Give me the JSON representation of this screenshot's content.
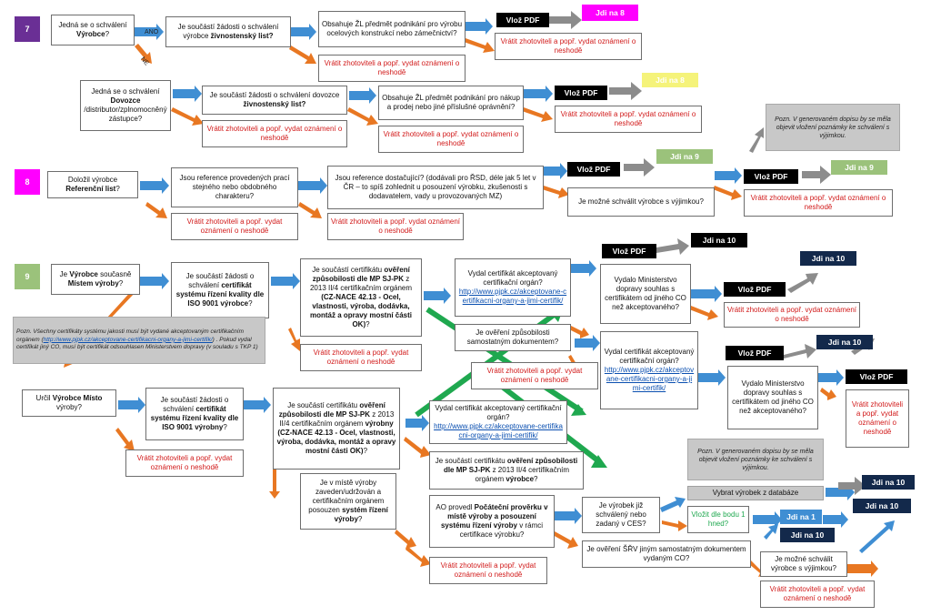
{
  "colors": {
    "black": "#000000",
    "navy": "#13294b",
    "green": "#9bc27b",
    "yellow": "#f5f37a",
    "grey": "#c8c8c8",
    "red_text": "#d11919",
    "purple": "#6a2f95",
    "magenta": "#ff00ff",
    "light_green": "#9bc27b",
    "arrow_blue": "#3f8ed3",
    "arrow_orange": "#e87722",
    "arrow_grey": "#8c8c8c",
    "arrow_green": "#1fa84f"
  },
  "reject": "Vrátit zhotoviteli a popř. vydat oznámení o neshodě",
  "labels": {
    "ano": "ANO",
    "ne": "NE"
  },
  "steps": {
    "s7": "7",
    "s8": "8",
    "s9": "9"
  },
  "r7": {
    "q1_pre": "Jedná se o schválení ",
    "q1_b": "Výrobce",
    "q1_post": "?",
    "q2_pre": "Je součástí žádosti o schválení výrobce ",
    "q2_b": "živnostenský list?",
    "q3": "Obsahuje ŽL předmět podnikání pro výrobu ocelových konstrukcí nebo zámečnictví?",
    "vloz": "Vlož PDF",
    "jdi": "Jdi na 8",
    "d1_pre": "Jedná se o schválení ",
    "d1_b": "Dovozce",
    "d1_post": " /distributor/zplnomocněný zástupce?",
    "d2_pre": "Je součástí žádosti o schválení dovozce ",
    "d2_b": "živnostenský list?",
    "d3": "Obsahuje ŽL předmět podnikání pro nákup a prodej nebo jiné příslušné oprávnění?",
    "vloz2": "Vlož PDF",
    "jdi2": "Jdi na 8"
  },
  "r8": {
    "q1_pre": "Doložil výrobce ",
    "q1_b": "Referenční list",
    "q1_post": "?",
    "q2": "Jsou reference provedených prací stejného nebo obdobného charakteru?",
    "q3": "Jsou reference dostačující? (dodávali pro ŘSD, déle jak 5 let v ČR – to spíš zohlednit u posouzení výrobku, zkušenosti s dodavatelem, vady u provozovaných MZ)",
    "vloz": "Vlož PDF",
    "jdi": "Jdi na 9",
    "q4": "Je možné schválit výrobce s výjimkou?",
    "note": "Pozn. V generovaném dopisu by se měla objevit vložení poznámky ke schválení s výjimkou.",
    "vloz2": "Vlož PDF",
    "jdi2": "Jdi na 9"
  },
  "r9": {
    "q1_pre": "Je ",
    "q1_b": "Výrobce",
    "q1_mid": " současně ",
    "q1_b2": "Místem výroby",
    "q1_post": "?",
    "q2_pre": "Je součástí žádosti o schválení ",
    "q2_b": "certifikát systému řízení kvality dle ISO 9001 výrobce",
    "q2_post": "?",
    "q3_pre": "Je součástí certifikátu ",
    "q3_b": "ověření způsobilosti dle MP SJ-PK",
    "q3_mid": " z 2013 II/4 certifikačním orgánem ",
    "q3_b2": "(CZ-NACE 42.13 - Ocel, vlastnosti, výroba, dodávka, montáž a opravy mostní části OK)",
    "q3_post": "?",
    "q4": "Vydal certifikát akceptovaný certifikační orgán?",
    "q4_link": "http://www.pjpk.cz/akceptovane-certifikacni-organy-a-jimi-certifik/",
    "vloz": "Vlož PDF",
    "jdi": "Jdi na 10",
    "q5": "Vydalo Ministerstvo dopravy souhlas s certifikátem od jiného CO než akceptovaného?",
    "vloz2": "Vlož PDF",
    "jdi2": "Jdi na 10",
    "q6": "Je ověření způsobilosti samostatným dokumentem?",
    "q7": "Vydal certifikát akceptovaný certifikační orgán?",
    "q7_link": "http://www.pjpk.cz/akceptovane-certifikacni-organy-a-jimi-certifik/",
    "vloz3": "Vlož PDF",
    "jdi3": "Jdi na 10",
    "q8": "Vydalo Ministerstvo dopravy souhlas s certifikátem od jiného CO než akceptovaného?",
    "vloz4": "Vlož PDF",
    "note_pre": "Pozn. Všechny certifikáty systému jakosti musí být vydané akceptovaným certifikačním orgánem (",
    "note_link": "http://www.pjpk.cz/akceptovane-certifikacni-organy-a-jimi-certifik/",
    "note_post": ") . Pokud vydal certifikát jiný CO, musí být certifikát odsouhlasen Ministerstvem dopravy (v souladu s TKP 1)"
  },
  "mv": {
    "q1_pre": "Určil ",
    "q1_b": "Výrobce Místo",
    "q1_post": " výroby?",
    "q2_pre": "Je součástí žádosti o schválení ",
    "q2_b": "certifikát systému řízení kvality dle ISO 9001 výrobny",
    "q2_post": "?",
    "q3_pre": "Je součástí certifikátu ",
    "q3_b": "ověření způsobilosti dle MP SJ-PK",
    "q3_mid": " z 2013 II/4 certifikačním orgánem ",
    "q3_b2": "výrobny (CZ-NACE 42.13 - Ocel, vlastnosti, výroba, dodávka, montáž a opravy mostní části OK)",
    "q3_post": "?",
    "q4": "Vydal certifikát akceptovaný certifikační orgán?",
    "q4_link": "http://www.pjpk.cz/akceptovane-certifikacni-organy-a-jimi-certifik/",
    "q5_pre": "Je součástí certifikátu ",
    "q5_b": "ověření způsobilosti dle MP SJ-PK",
    "q5_mid": " z 2013 II/4 certifikačním orgánem ",
    "q5_b2": "výrobce",
    "q5_post": "?",
    "q6_pre": "Je v místě výroby zaveden/udržován a certifikačním orgánem posouzen ",
    "q6_b": "systém řízení výroby",
    "q6_post": "?",
    "q7_pre": "AO provedl ",
    "q7_b": "Počáteční prověrku v místě výroby a posouzení systému řízení výroby",
    "q7_post": " v rámci certifikace výrobku?",
    "q8": "Je výrobek již schválený nebo zadaný v CES?",
    "q9": "Vložit dle bodu 1 hned?",
    "vyber": "Vybrat výrobek z databáze",
    "jdi1": "Jdi na 1",
    "jdi10a": "Jdi na 10",
    "jdi10b": "Jdi na 10",
    "jdi10c": "Jdi na 10",
    "q10": "Je ověření ŠŘV jiným samostatným dokumentem vydaným CO?",
    "q11": "Je možné schválit výrobce s výjimkou?",
    "note": "Pozn. V generovaném dopisu by se měla objevit vložení poznámky ke schválení s výjimkou."
  }
}
